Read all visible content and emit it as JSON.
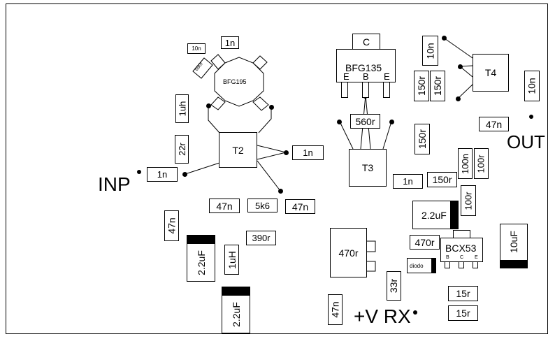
{
  "board": {
    "labels": {
      "input": "INP",
      "output": "OUT",
      "supply": "+V RX"
    }
  },
  "transistors": {
    "bfg195": "BFG195",
    "bfg135": {
      "name": "BFG135",
      "pins_top": "C",
      "pin_e1": "E",
      "pin_b": "B",
      "pin_e2": "E"
    },
    "bcx53": {
      "name": "BCX53",
      "pin_b": "B",
      "pin_c": "C",
      "pin_e": "E"
    }
  },
  "transformers": {
    "t2": "T2",
    "t3": "T3",
    "t4": "T4",
    "t470": "470r"
  },
  "components": {
    "c_10n_top": "10n",
    "r_680r": "680r",
    "c_1n_top": "1n",
    "l_1uh": "1uh",
    "r_22r": "22r",
    "c_1n_inp": "1n",
    "c_1n_t2": "1n",
    "c_47n_a": "47n",
    "r_5k6": "5k6",
    "c_47n_b": "47n",
    "c_47n_left": "47n",
    "r_390r": "390r",
    "c_2u2_a": "2.2uF",
    "l_1uH": "1uH",
    "c_2u2_b": "2.2uF",
    "r_560r": "560r",
    "c_10n_t4": "10n",
    "r_150r_a": "150r",
    "r_150r_b": "150r",
    "c_10n_out": "10n",
    "c_47n_out": "47n",
    "r_150r_c": "150r",
    "c_100n": "100n",
    "r_100r_a": "100r",
    "c_1n_t3": "1n",
    "r_150r_d": "150r",
    "r_100r_b": "100r",
    "c_2u2_c": "2.2uF",
    "r_470r": "470r",
    "diode": "diodo",
    "c_10uF": "10uF",
    "r_33r": "33r",
    "c_47n_bottom": "47n",
    "r_15r_a": "15r",
    "r_15r_b": "15r"
  }
}
